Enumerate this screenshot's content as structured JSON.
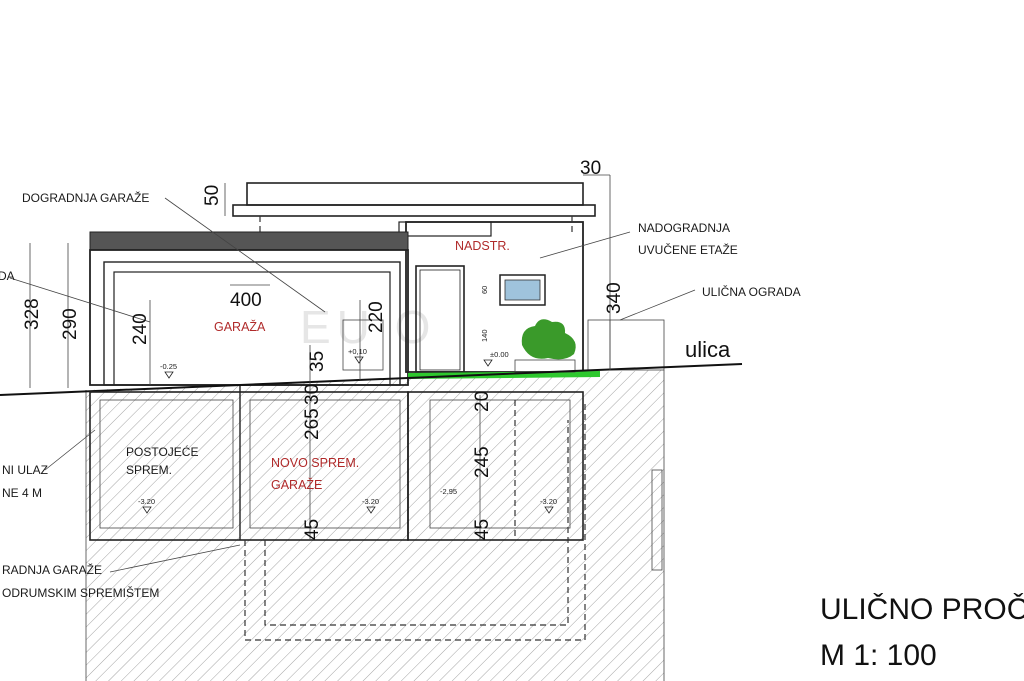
{
  "drawing": {
    "title_line1": "ULIČNO PROČ",
    "title_line2": "M 1: 100",
    "street_label": "ulica",
    "watermark": "EU    O",
    "callouts": {
      "dogradnja_garaze": "DOGRADNJA GARAŽE",
      "nadogradnja_line1": "NADOGRADNJA",
      "nadogradnja_line2": "UVUČENE ETAŽE",
      "ulicna_ograda": "ULIČNA OGRADA",
      "left_da": "DA",
      "ni_ulaz": "NI ULAZ",
      "ne_4m": "NE 4 M",
      "radnja_garaze": "RADNJA GARAŽE",
      "odrumskim": "ODRUMSKIM SPREMIŠTEM"
    },
    "rooms": {
      "nadstr": "NADSTR.",
      "garaza": "GARAŽA",
      "postojece_line1": "POSTOJEĆE",
      "postojece_line2": "SPREM.",
      "novo_line1": "NOVO SPREM.",
      "novo_line2": "GARAŽE"
    },
    "dimensions": {
      "d30": "30",
      "d50": "50",
      "d328": "328",
      "d290": "290",
      "d240": "240",
      "d400": "400",
      "d220": "220",
      "d340": "340",
      "d35": "35",
      "d265": "265",
      "d30b": "30",
      "d20": "20",
      "d245": "245",
      "d45a": "45",
      "d45b": "45",
      "d60": "60",
      "d140": "140"
    },
    "levels": {
      "minus025": "-0.25",
      "plus010": "+0,10",
      "pm000": "±0.00",
      "minus320a": "-3.20",
      "minus320b": "-3.20",
      "minus295": "-2.95",
      "minus320c": "-3.20"
    },
    "colors": {
      "line": "#222222",
      "room_label": "#b02a2a",
      "grass": "#2ec82e",
      "bush": "#3a9a2a",
      "window": "#9fc3dc",
      "hatch": "#9a9a9a"
    }
  }
}
